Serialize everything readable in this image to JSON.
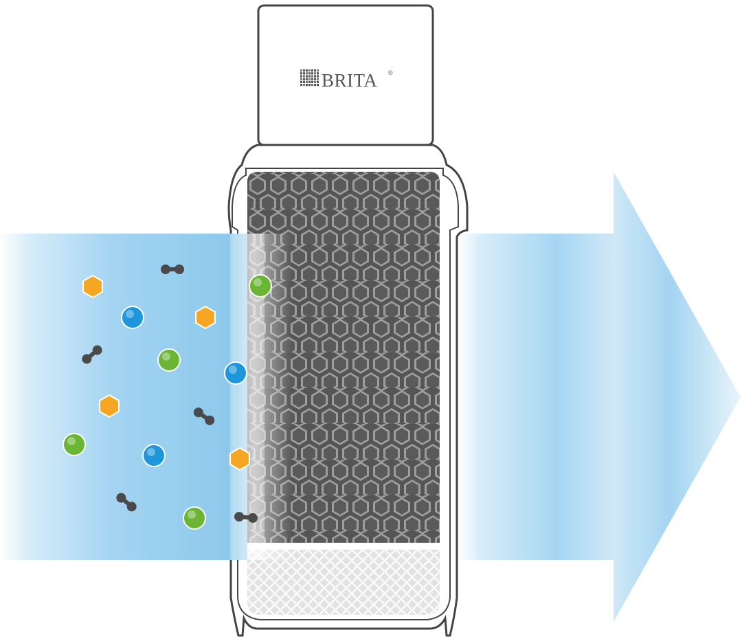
{
  "brand": {
    "name": "BRITA",
    "trademark": "®",
    "logo_icon": "brita-grid-logo-icon"
  },
  "colors": {
    "water_blue": "#8ccbef",
    "carbon_dark": "#5a5a5a",
    "carbon_cell": "#a9a9a9",
    "mesh_light": "#d8d8d8",
    "particle_orange": "#f5a623",
    "particle_blue": "#1e96dc",
    "particle_green": "#6ab533",
    "particle_grey": "#4a4a4a"
  },
  "particles": [
    {
      "kind": "hexagon",
      "color": "orange"
    },
    {
      "kind": "dumbbell",
      "color": "grey"
    },
    {
      "kind": "circle",
      "color": "blue"
    },
    {
      "kind": "hexagon",
      "color": "orange"
    },
    {
      "kind": "circle",
      "color": "green"
    },
    {
      "kind": "dumbbell",
      "color": "grey"
    },
    {
      "kind": "circle",
      "color": "green"
    },
    {
      "kind": "circle",
      "color": "blue"
    },
    {
      "kind": "hexagon",
      "color": "orange"
    },
    {
      "kind": "dumbbell",
      "color": "grey"
    },
    {
      "kind": "circle",
      "color": "green"
    },
    {
      "kind": "circle",
      "color": "blue"
    },
    {
      "kind": "hexagon",
      "color": "orange"
    },
    {
      "kind": "dumbbell",
      "color": "grey"
    },
    {
      "kind": "circle",
      "color": "green"
    },
    {
      "kind": "dumbbell",
      "color": "grey"
    }
  ]
}
